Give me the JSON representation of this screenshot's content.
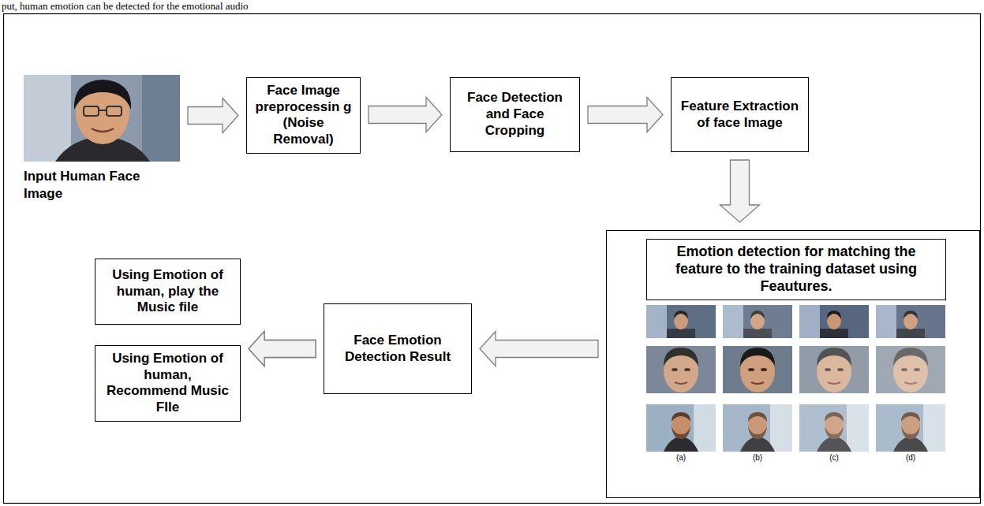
{
  "diagram": {
    "nodes": [
      {
        "text": [
          "Input Human Face Image"
        ]
      },
      {
        "text": [
          "Face Image preprocessin g (Noise Removal)"
        ]
      },
      {
        "text": [
          "Face Detection and Face Cropping"
        ]
      },
      {
        "text": [
          "Feature Extraction of face Image"
        ]
      },
      {
        "text": [
          "(a)",
          "(b)",
          "(c)",
          "(d)"
        ]
      },
      {
        "text": [
          "Emotion detection for matching the feature to the training dataset using Feautures."
        ],
        "in": 4
      },
      {
        "text": [
          "Face Emotion Detection Result"
        ]
      },
      {
        "text": [
          "Using Emotion of human, play the Music file"
        ]
      },
      {
        "text": [
          "Using Emotion of human, Recommend Music FIle"
        ]
      }
    ],
    "edges": [
      {
        "from": 0,
        "to": 1,
        "arrow": "to"
      },
      {
        "from": 1,
        "to": 2,
        "arrow": "to"
      },
      {
        "from": 2,
        "to": 3,
        "arrow": "to"
      },
      {
        "from": 3,
        "to": 4,
        "arrow": "to"
      },
      {
        "from": 4,
        "to": 6,
        "arrow": "to"
      },
      {
        "from": 6,
        "to": 7,
        "arrow": "to"
      },
      {
        "from": 6,
        "to": 8,
        "arrow": "to"
      }
    ],
    "labels": [
      "put, human emotion can be detected for the emotional audio"
    ]
  }
}
